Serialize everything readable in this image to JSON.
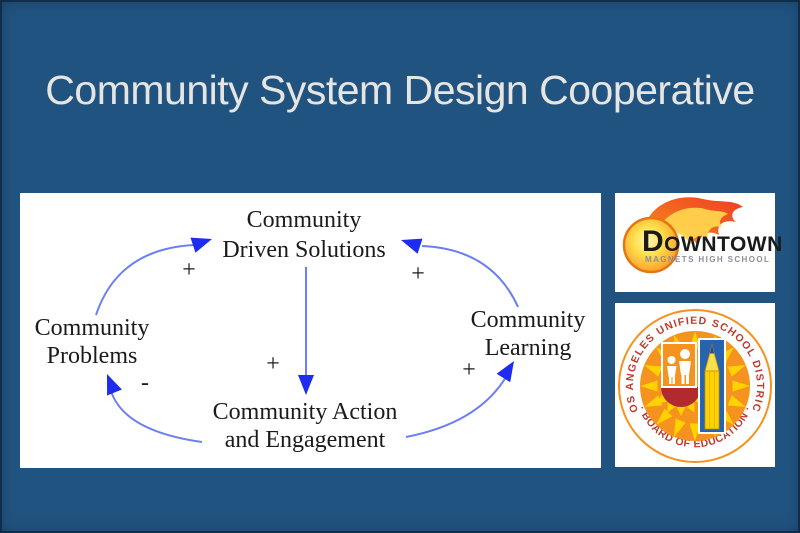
{
  "slide": {
    "title": "Community System Design Cooperative"
  },
  "colors": {
    "background": "#215380",
    "title_text": "#E7E5E2",
    "panel_bg": "#FFFFFF",
    "diagram_text": "#1B1B1B",
    "arrow_line": "#6B7FF2",
    "arrow_head": "#1E2CF0",
    "downtown_text": "#1A1A1A",
    "downtown_subtitle": "#8A8F98",
    "flame_red": "#EF3B24",
    "flame_orange": "#F7941D",
    "flame_yellow": "#FFD34D",
    "ball_core": "#FFF4B8",
    "ball_edge": "#F6921E",
    "seal_orange": "#F6921E",
    "seal_yellow": "#FFD200",
    "seal_red": "#B02A30",
    "seal_blue": "#2864AE",
    "seal_text": "#C0392B"
  },
  "diagram": {
    "nodes": {
      "driven_solutions": {
        "line1": "Community",
        "line2": "Driven Solutions"
      },
      "problems": {
        "line1": "Community",
        "line2": "Problems"
      },
      "learning": {
        "line1": "Community",
        "line2": "Learning"
      },
      "action": {
        "line1": "Community Action",
        "line2": "and Engagement"
      }
    },
    "signs": {
      "problems_to_solutions": "+",
      "learning_to_solutions": "+",
      "solutions_to_action": "+",
      "action_to_problems": "-",
      "action_to_learning": "+"
    }
  },
  "logos": {
    "downtown": {
      "title": "DOWNTOWN",
      "subtitle": "MAGNETS HIGH SCHOOL"
    },
    "lausd": {
      "arc_top": "LOS ANGELES UNIFIED SCHOOL DISTRICT",
      "arc_bottom": "· BOARD OF EDUCATION ·"
    }
  }
}
